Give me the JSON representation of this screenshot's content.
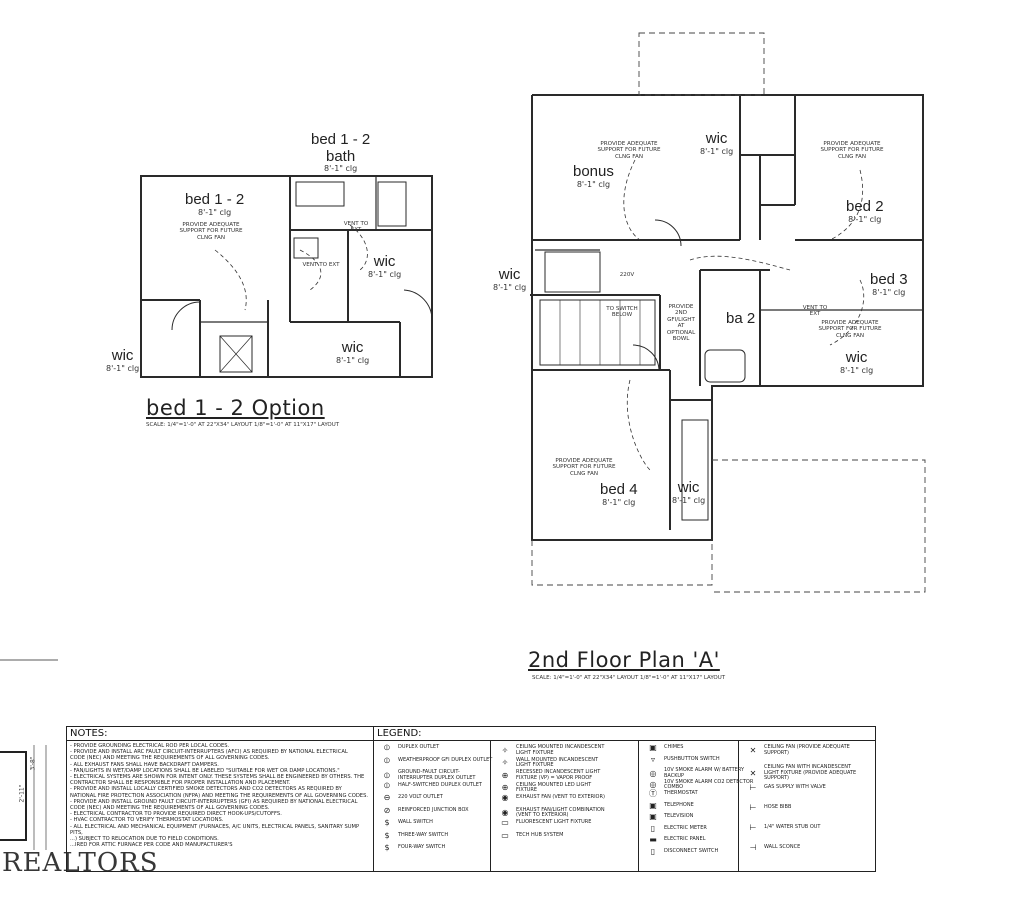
{
  "option_plan": {
    "title": "bed 1 - 2 Option",
    "scale": "SCALE: 1/4\"=1'-0\" AT 22\"X34\" LAYOUT   1/8\"=1'-0\" AT 11\"X17\" LAYOUT",
    "rooms": [
      {
        "name": "bed 1 - 2",
        "ceiling": "8'-1\" clg"
      },
      {
        "name": "bed 1 - 2",
        "sub": "bath",
        "ceiling": "8'-1\" clg"
      },
      {
        "name": "wic",
        "ceiling": "8'-1\" clg"
      },
      {
        "name": "wic",
        "ceiling": "8'-1\" clg"
      },
      {
        "name": "wic",
        "ceiling": "8'-1\" clg"
      }
    ],
    "notes": [
      "PROVIDE ADEQUATE SUPPORT FOR FUTURE CLNG FAN",
      "VENT TO EXT",
      "VENT TO EXT"
    ]
  },
  "main_plan": {
    "title": "2nd Floor Plan 'A'",
    "scale": "SCALE: 1/4\"=1'-0\" AT 22\"X34\" LAYOUT   1/8\"=1'-0\" AT 11\"X17\" LAYOUT",
    "rooms": [
      {
        "name": "bonus",
        "ceiling": "8'-1\" clg"
      },
      {
        "name": "wic",
        "ceiling": "8'-1\" clg"
      },
      {
        "name": "bed 2",
        "ceiling": "8'-1\" clg"
      },
      {
        "name": "wic",
        "ceiling": "8'-1\" clg"
      },
      {
        "name": "bed 3",
        "ceiling": "8'-1\" clg"
      },
      {
        "name": "ba 2",
        "ceiling": ""
      },
      {
        "name": "wic",
        "ceiling": "8'-1\" clg"
      },
      {
        "name": "bed 4",
        "ceiling": "8'-1\" clg"
      },
      {
        "name": "wic",
        "ceiling": "8'-1\" clg"
      }
    ],
    "notes": {
      "fan_bonus": "PROVIDE ADEQUATE SUPPORT FOR FUTURE CLNG FAN",
      "fan_bed2": "PROVIDE ADEQUATE SUPPORT FOR FUTURE CLNG FAN",
      "fan_bed3": "PROVIDE ADEQUATE SUPPORT FOR FUTURE CLNG FAN",
      "fan_bed4": "PROVIDE ADEQUATE SUPPORT FOR FUTURE CLNG FAN",
      "nightlight": "PROVIDE 2ND GFI/LIGHT AT OPTIONAL BOWL",
      "switch": "TO SWITCH BELOW",
      "vent": "VENT TO EXT",
      "outlet": "220V"
    }
  },
  "dimensions": [
    "2'-11\"",
    "3'-8\""
  ],
  "notes_panel": {
    "heading": "NOTES:",
    "items": [
      "- PROVIDE GROUNDING ELECTRICAL ROD PER LOCAL CODES.",
      "- PROVIDE AND INSTALL ARC FAULT CIRCUIT-INTERRUPTERS (AFCI) AS REQUIRED BY NATIONAL ELECTRICAL",
      "  CODE (NEC) AND MEETING THE REQUIREMENTS OF ALL GOVERNING CODES.",
      "- ALL EXHAUST FANS SHALL HAVE BACKDRAFT DAMPERS.",
      "- FAN/LIGHTS IN WET/DAMP LOCATIONS SHALL BE LABELED \"SUITABLE FOR WET OR DAMP LOCATIONS.\"",
      "- ELECTRICAL SYSTEMS ARE SHOWN FOR INTENT ONLY. THESE SYSTEMS SHALL BE ENGINEERED BY OTHERS. THE",
      "  CONTRACTOR SHALL BE RESPONSIBLE FOR PROPER INSTALLATION AND PLACEMENT.",
      "- PROVIDE AND INSTALL LOCALLY CERTIFIED SMOKE DETECTORS AND CO2 DETECTORS AS REQUIRED BY",
      "  NATIONAL FIRE PROTECTION ASSOCIATION (NFPA) AND MEETING THE REQUIREMENTS OF ALL GOVERNING CODES.",
      "- PROVIDE AND INSTALL GROUND FAULT CIRCUIT-INTERRUPTERS (GFI) AS REQUIRED BY NATIONAL ELECTRICAL",
      "  CODE (NEC) AND MEETING THE REQUIREMENTS OF ALL GOVERNING CODES.",
      "- ELECTRICAL CONTRACTOR TO PROVIDE REQUIRED DIRECT HOOK-UPS/CUTOFFS.",
      "- HVAC CONTRACTOR TO VERIFY THERMOSTAT LOCATIONS.",
      "- ALL ELECTRICAL AND MECHANICAL EQUIPMENT (FURNACES, A/C UNITS, ELECTRICAL PANELS, SANITARY SUMP PITS,",
      "  ...) SUBJECT TO RELOCATION DUE TO FIELD CONDITIONS.",
      "  ...IRED FOR ATTIC FURNACE PER CODE AND MANUFACTURER'S"
    ]
  },
  "legend_panel": {
    "heading": "LEGEND:",
    "columns": [
      [
        {
          "sym": "⦶",
          "text": "DUPLEX OUTLET"
        },
        {
          "sym": "⦶",
          "text": "WEATHERPROOF GFI DUPLEX OUTLET"
        },
        {
          "sym": "⦶",
          "text": "GROUND-FAULT CIRCUIT-INTERRUPTER DUPLEX OUTLET"
        },
        {
          "sym": "⦶",
          "text": "HALF-SWITCHED DUPLEX OUTLET"
        },
        {
          "sym": "⊖",
          "text": "220 VOLT OUTLET"
        },
        {
          "sym": "⊘",
          "text": "REINFORCED JUNCTION BOX"
        },
        {
          "sym": "$",
          "text": "WALL SWITCH"
        },
        {
          "sym": "$",
          "text": "THREE-WAY SWITCH"
        },
        {
          "sym": "$",
          "text": "FOUR-WAY SWITCH"
        }
      ],
      [
        {
          "sym": "✧",
          "text": "CEILING MOUNTED INCANDESCENT LIGHT FIXTURE"
        },
        {
          "sym": "✧",
          "text": "WALL MOUNTED INCANDESCENT LIGHT FIXTURE"
        },
        {
          "sym": "⊕",
          "text": "RECESSED INCANDESCENT LIGHT FIXTURE (VP) = VAPOR PROOF"
        },
        {
          "sym": "⊕",
          "text": "CEILING MOUNTED LED LIGHT FIXTURE"
        },
        {
          "sym": "◉",
          "text": "EXHAUST FAN (VENT TO EXTERIOR)"
        },
        {
          "sym": "◉",
          "text": "EXHAUST FAN/LIGHT COMBINATION (VENT TO EXTERIOR)"
        },
        {
          "sym": "▭",
          "text": "FLUORESCENT LIGHT FIXTURE"
        },
        {
          "sym": "▭",
          "text": "TECH HUB SYSTEM"
        }
      ],
      [
        {
          "sym": "▣",
          "text": "CHIMES"
        },
        {
          "sym": "▿",
          "text": "PUSHBUTTON SWITCH"
        },
        {
          "sym": "◎",
          "text": "10V SMOKE ALARM W/ BATTERY BACKUP"
        },
        {
          "sym": "◎",
          "text": "10V SMOKE ALARM CO2 DETECTOR COMBO"
        },
        {
          "sym": "Ⓣ",
          "text": "THERMOSTAT"
        },
        {
          "sym": "▣",
          "text": "TELEPHONE"
        },
        {
          "sym": "▣",
          "text": "TELEVISION"
        },
        {
          "sym": "▯",
          "text": "ELECTRIC METER"
        },
        {
          "sym": "▬",
          "text": "ELECTRIC PANEL"
        },
        {
          "sym": "▯",
          "text": "DISCONNECT SWITCH"
        }
      ],
      [
        {
          "sym": "✕",
          "text": "CEILING FAN (PROVIDE ADEQUATE SUPPORT)"
        },
        {
          "sym": "✕",
          "text": "CEILING FAN WITH INCANDESCENT LIGHT FIXTURE (PROVIDE ADEQUATE SUPPORT)"
        },
        {
          "sym": "⊢",
          "text": "GAS SUPPLY WITH VALVE"
        },
        {
          "sym": "⊢",
          "text": "HOSE BIBB"
        },
        {
          "sym": "⊢",
          "text": "1/4\" WATER STUB OUT"
        },
        {
          "sym": "⊣",
          "text": "WALL SCONCE"
        }
      ]
    ]
  },
  "watermark": "REALTORS"
}
